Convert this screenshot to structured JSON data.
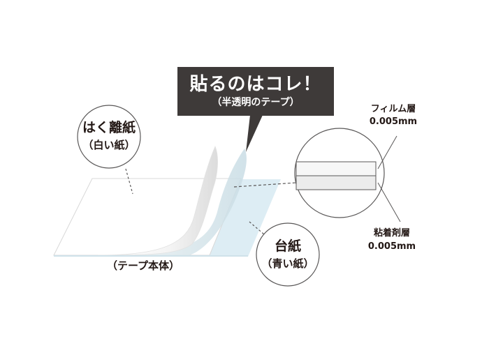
{
  "callout": {
    "title": "貼るのはコレ！",
    "subtitle": "（半透明のテープ）",
    "bg_color": "#3e3a39"
  },
  "release_paper": {
    "title": "はく離紙",
    "subtitle": "（白い紙）"
  },
  "base_paper": {
    "title": "台紙",
    "subtitle": "（青い紙）"
  },
  "tape_body": {
    "label": "（テープ本体）"
  },
  "film_layer": {
    "name": "フィルム層",
    "thickness": "0.005mm"
  },
  "adhesive_layer": {
    "name": "粘着剤層",
    "thickness": "0.005mm"
  },
  "colors": {
    "text": "#231815",
    "blue_sheet": "#d9ebf3",
    "outline": "#595757"
  }
}
